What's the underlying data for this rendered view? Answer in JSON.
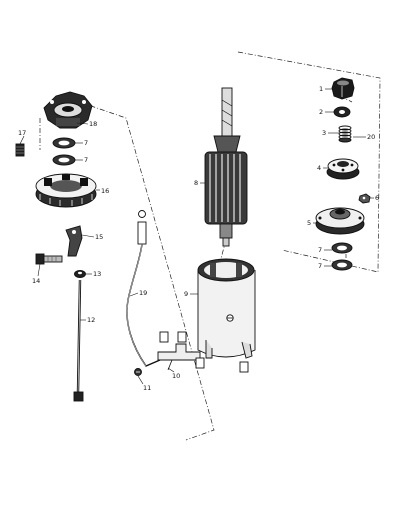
{
  "diagram": {
    "callouts": [
      {
        "id": "c1",
        "label": "1"
      },
      {
        "id": "c2",
        "label": "2"
      },
      {
        "id": "c3",
        "label": "3"
      },
      {
        "id": "c20",
        "label": "20"
      },
      {
        "id": "c4",
        "label": "4"
      },
      {
        "id": "c6",
        "label": "6"
      },
      {
        "id": "c5",
        "label": "5"
      },
      {
        "id": "c7a",
        "label": "7"
      },
      {
        "id": "c7b",
        "label": "7"
      },
      {
        "id": "c7c",
        "label": "7"
      },
      {
        "id": "c7d",
        "label": "7"
      },
      {
        "id": "c8",
        "label": "8"
      },
      {
        "id": "c9",
        "label": "9"
      },
      {
        "id": "c18",
        "label": "18"
      },
      {
        "id": "c17",
        "label": "17"
      },
      {
        "id": "c16",
        "label": "16"
      },
      {
        "id": "c15",
        "label": "15"
      },
      {
        "id": "c14",
        "label": "14"
      },
      {
        "id": "c13",
        "label": "13"
      },
      {
        "id": "c12",
        "label": "12"
      },
      {
        "id": "c19",
        "label": "19"
      },
      {
        "id": "c10",
        "label": "10"
      },
      {
        "id": "c11",
        "label": "11"
      }
    ]
  }
}
